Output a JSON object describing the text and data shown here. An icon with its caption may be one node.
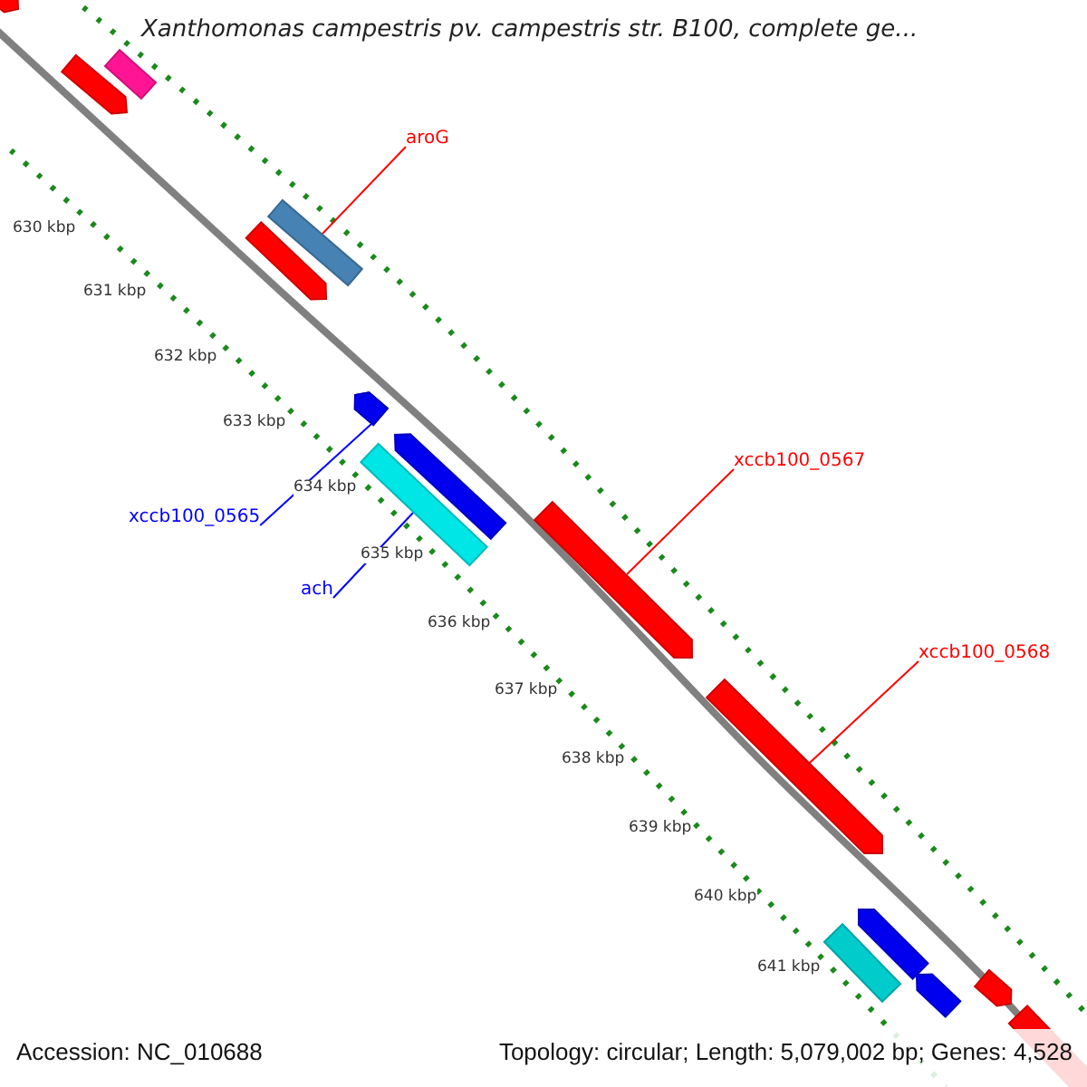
{
  "diagram": {
    "title": "Xanthomonas campestris pv. campestris str. B100, complete ge...",
    "nodes": [
      {
        "text": [
          "aroG"
        ]
      },
      {
        "text": [],
        "shape": "bar"
      },
      {
        "text": [
          "xccb100_0567"
        ]
      },
      {
        "text": [],
        "shape": "bar"
      },
      {
        "text": [
          "xccb100_0568"
        ]
      },
      {
        "text": [],
        "shape": "bar"
      },
      {
        "text": [
          "xccb100_0565"
        ]
      },
      {
        "text": [],
        "shape": "bar"
      },
      {
        "text": [
          "ach"
        ]
      },
      {
        "text": [],
        "shape": "bar"
      }
    ],
    "edges": [
      {
        "from": 0,
        "to": 1,
        "arrow": "none"
      },
      {
        "from": 2,
        "to": 3,
        "arrow": "none"
      },
      {
        "from": 4,
        "to": 5,
        "arrow": "none"
      },
      {
        "from": 6,
        "to": 7,
        "arrow": "none",
        "color": "#0000ff"
      },
      {
        "from": 8,
        "to": 9,
        "arrow": "none",
        "color": "#0000ff"
      }
    ],
    "labels": [
      "630 kbp",
      "631 kbp",
      "632 kbp",
      "633 kbp",
      "634 kbp",
      "635 kbp",
      "636 kbp",
      "637 kbp",
      "638 kbp",
      "639 kbp",
      "640 kbp",
      "641 kbp",
      "Accession: NC_010688",
      "Topology: circular; Length: 5,079,002 bp; Genes: 4,528"
    ]
  }
}
